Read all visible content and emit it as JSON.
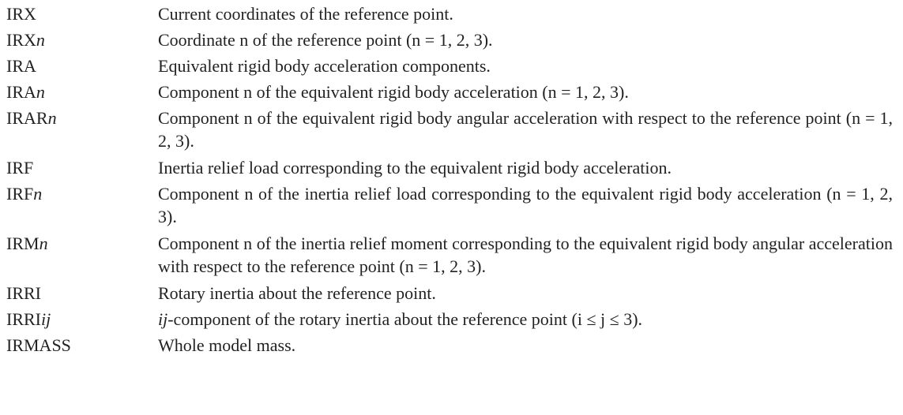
{
  "entries": [
    {
      "key": "IRX",
      "key_suffix": "",
      "prefix": "",
      "desc": "Current coordinates of the reference point."
    },
    {
      "key": "IRX",
      "key_suffix": "n",
      "prefix": "",
      "desc": "Coordinate n of the reference point (n = 1, 2, 3)."
    },
    {
      "key": "IRA",
      "key_suffix": "",
      "prefix": "",
      "desc": "Equivalent rigid body acceleration components."
    },
    {
      "key": "IRA",
      "key_suffix": "n",
      "prefix": "",
      "desc": "Component n of the equivalent rigid body acceleration (n = 1, 2, 3)."
    },
    {
      "key": "IRAR",
      "key_suffix": "n",
      "prefix": "",
      "desc": "Component n of the equivalent rigid body angular acceleration with respect to the reference point (n = 1, 2, 3)."
    },
    {
      "key": "IRF",
      "key_suffix": "",
      "prefix": "",
      "desc": "Inertia relief load corresponding to the equivalent rigid body acceleration."
    },
    {
      "key": "IRF",
      "key_suffix": "n",
      "prefix": "",
      "desc": "Component n of the inertia relief load corresponding to the equivalent rigid body acceleration (n = 1, 2, 3)."
    },
    {
      "key": "IRM",
      "key_suffix": "n",
      "prefix": "",
      "desc": "Component n of the inertia relief moment corresponding to the equivalent rigid body angular acceleration with respect to the reference point (n = 1, 2, 3)."
    },
    {
      "key": "IRRI",
      "key_suffix": "",
      "prefix": "",
      "desc": "Rotary inertia about the reference point."
    },
    {
      "key": "IRRI",
      "key_suffix": "ij",
      "prefix": "ij",
      "desc": "-component of the rotary inertia about the reference point (i ≤ j ≤ 3)."
    },
    {
      "key": "IRMASS",
      "key_suffix": "",
      "prefix": "",
      "desc": "Whole model mass."
    }
  ]
}
